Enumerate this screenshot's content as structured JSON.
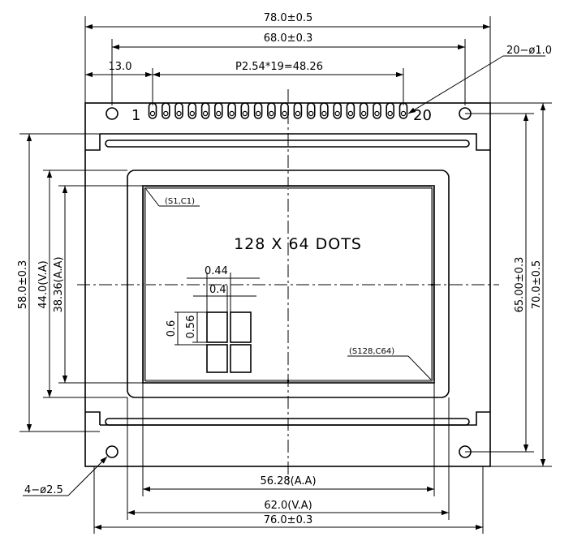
{
  "labels": {
    "overall_width": "78.0±0.5",
    "hole_spacing_width": "68.0±0.3",
    "pin1_offset": "13.0",
    "pin_pitch": "P2.54*19=48.26",
    "pin_hole_callout": "20−ø1.0",
    "pin_first": "1",
    "pin_last": "20",
    "first_dot": "(S1,C1)",
    "last_dot": "(S128,C64)",
    "resolution": "128 X 64 DOTS",
    "dot_pitch_h": "0.44",
    "dot_size_h": "0.4",
    "dot_pitch_v": "0.6",
    "dot_size_v": "0.56",
    "pcb_height": "58.0±0.3",
    "va_height": "44.0(V.A)",
    "aa_height": "38.36(A.A)",
    "hole_spacing_height": "65.00±0.3",
    "overall_height": "70.0±0.5",
    "mount_hole_callout": "4−ø2.5",
    "aa_width": "56.28(A.A)",
    "va_width": "62.0(V.A)",
    "bezel_width": "76.0±0.3"
  }
}
